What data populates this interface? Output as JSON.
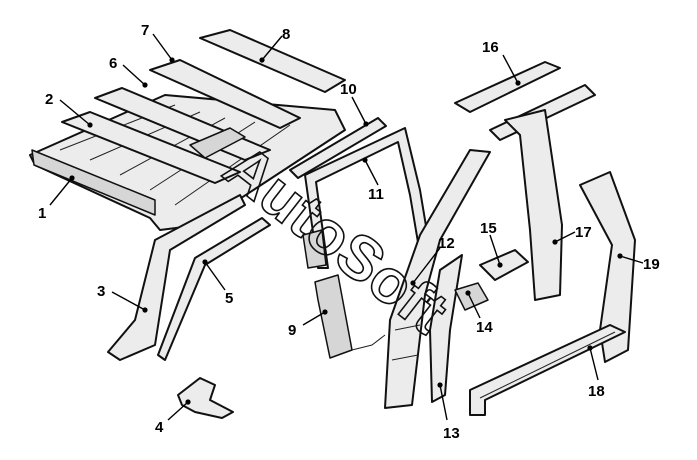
{
  "callouts": [
    {
      "id": "1",
      "label": "1"
    },
    {
      "id": "2",
      "label": "2"
    },
    {
      "id": "3",
      "label": "3"
    },
    {
      "id": "4",
      "label": "4"
    },
    {
      "id": "5",
      "label": "5"
    },
    {
      "id": "6",
      "label": "6"
    },
    {
      "id": "7",
      "label": "7"
    },
    {
      "id": "8",
      "label": "8"
    },
    {
      "id": "9",
      "label": "9"
    },
    {
      "id": "10",
      "label": "10"
    },
    {
      "id": "11",
      "label": "11"
    },
    {
      "id": "12",
      "label": "12"
    },
    {
      "id": "13",
      "label": "13"
    },
    {
      "id": "14",
      "label": "14"
    },
    {
      "id": "15",
      "label": "15"
    },
    {
      "id": "16",
      "label": "16"
    },
    {
      "id": "17",
      "label": "17"
    },
    {
      "id": "18",
      "label": "18"
    },
    {
      "id": "19",
      "label": "19"
    }
  ],
  "watermark": "AutoSoft"
}
